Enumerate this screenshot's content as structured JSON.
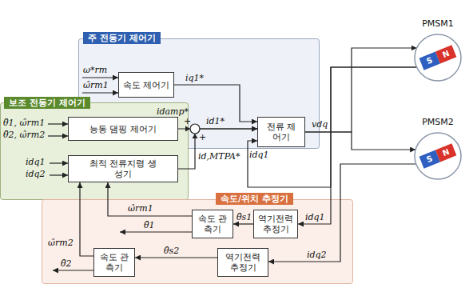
{
  "diagram": {
    "nodes": [
      {
        "text": [
          "주 전동기 제어기"
        ]
      },
      {
        "text": [
          "속도 제어기"
        ],
        "in": 0
      },
      {
        "text": [
          "전류 제어기"
        ],
        "in": 0
      },
      {
        "text": [
          "보조 전동기 제어기"
        ]
      },
      {
        "text": [
          "능동 댐핑 제어기"
        ],
        "in": 3
      },
      {
        "text": [
          "최적 전류지령 생성기"
        ],
        "in": 3
      },
      {
        "text": [
          "속도/위치 추정기"
        ]
      },
      {
        "text": [
          "속도 관측기"
        ],
        "in": 6
      },
      {
        "text": [
          "역기전력 추정기"
        ],
        "in": 6
      },
      {
        "text": [
          "속도 관측기"
        ],
        "in": 6
      },
      {
        "text": [
          "역기전력 추정기"
        ],
        "in": 6
      },
      {
        "text": [
          "PMSM1",
          "S",
          "N"
        ]
      },
      {
        "text": [
          "PMSM2",
          "S",
          "N"
        ]
      }
    ],
    "edges": [
      {
        "from": 1,
        "to": 2,
        "arrow": "to",
        "label": "iq1*"
      },
      {
        "from": 2,
        "to": 11,
        "arrow": "to",
        "label": "vdq"
      },
      {
        "from": 2,
        "to": 12,
        "arrow": "to"
      },
      {
        "from": 4,
        "to": 2,
        "arrow": "to",
        "label": "idamp*"
      },
      {
        "from": 5,
        "to": 2,
        "arrow": "to",
        "label": "id,MTPA*"
      },
      {
        "from": 11,
        "to": 2,
        "arrow": "to",
        "label": "idq1"
      },
      {
        "from": 11,
        "to": 8,
        "arrow": "to",
        "label": "idq1"
      },
      {
        "from": 12,
        "to": 10,
        "arrow": "to",
        "label": "idq2"
      },
      {
        "from": 8,
        "to": 7,
        "arrow": "to",
        "label": "θ̂s1"
      },
      {
        "from": 7,
        "to": 5,
        "arrow": "to",
        "label": "ω̂rm1"
      },
      {
        "from": 10,
        "to": 9,
        "arrow": "to",
        "label": "θ̂s2"
      },
      {
        "from": 9,
        "to": 5,
        "arrow": "to",
        "label": "ω̂rm2"
      }
    ],
    "labels": [
      "ω*rm",
      "ω̂rm1",
      "θ̂1, ω̂rm1",
      "θ̂2, ω̂rm2",
      "idq1",
      "idq2",
      "+",
      "+",
      "id1*",
      "θ̂1",
      "θ̂2"
    ]
  }
}
